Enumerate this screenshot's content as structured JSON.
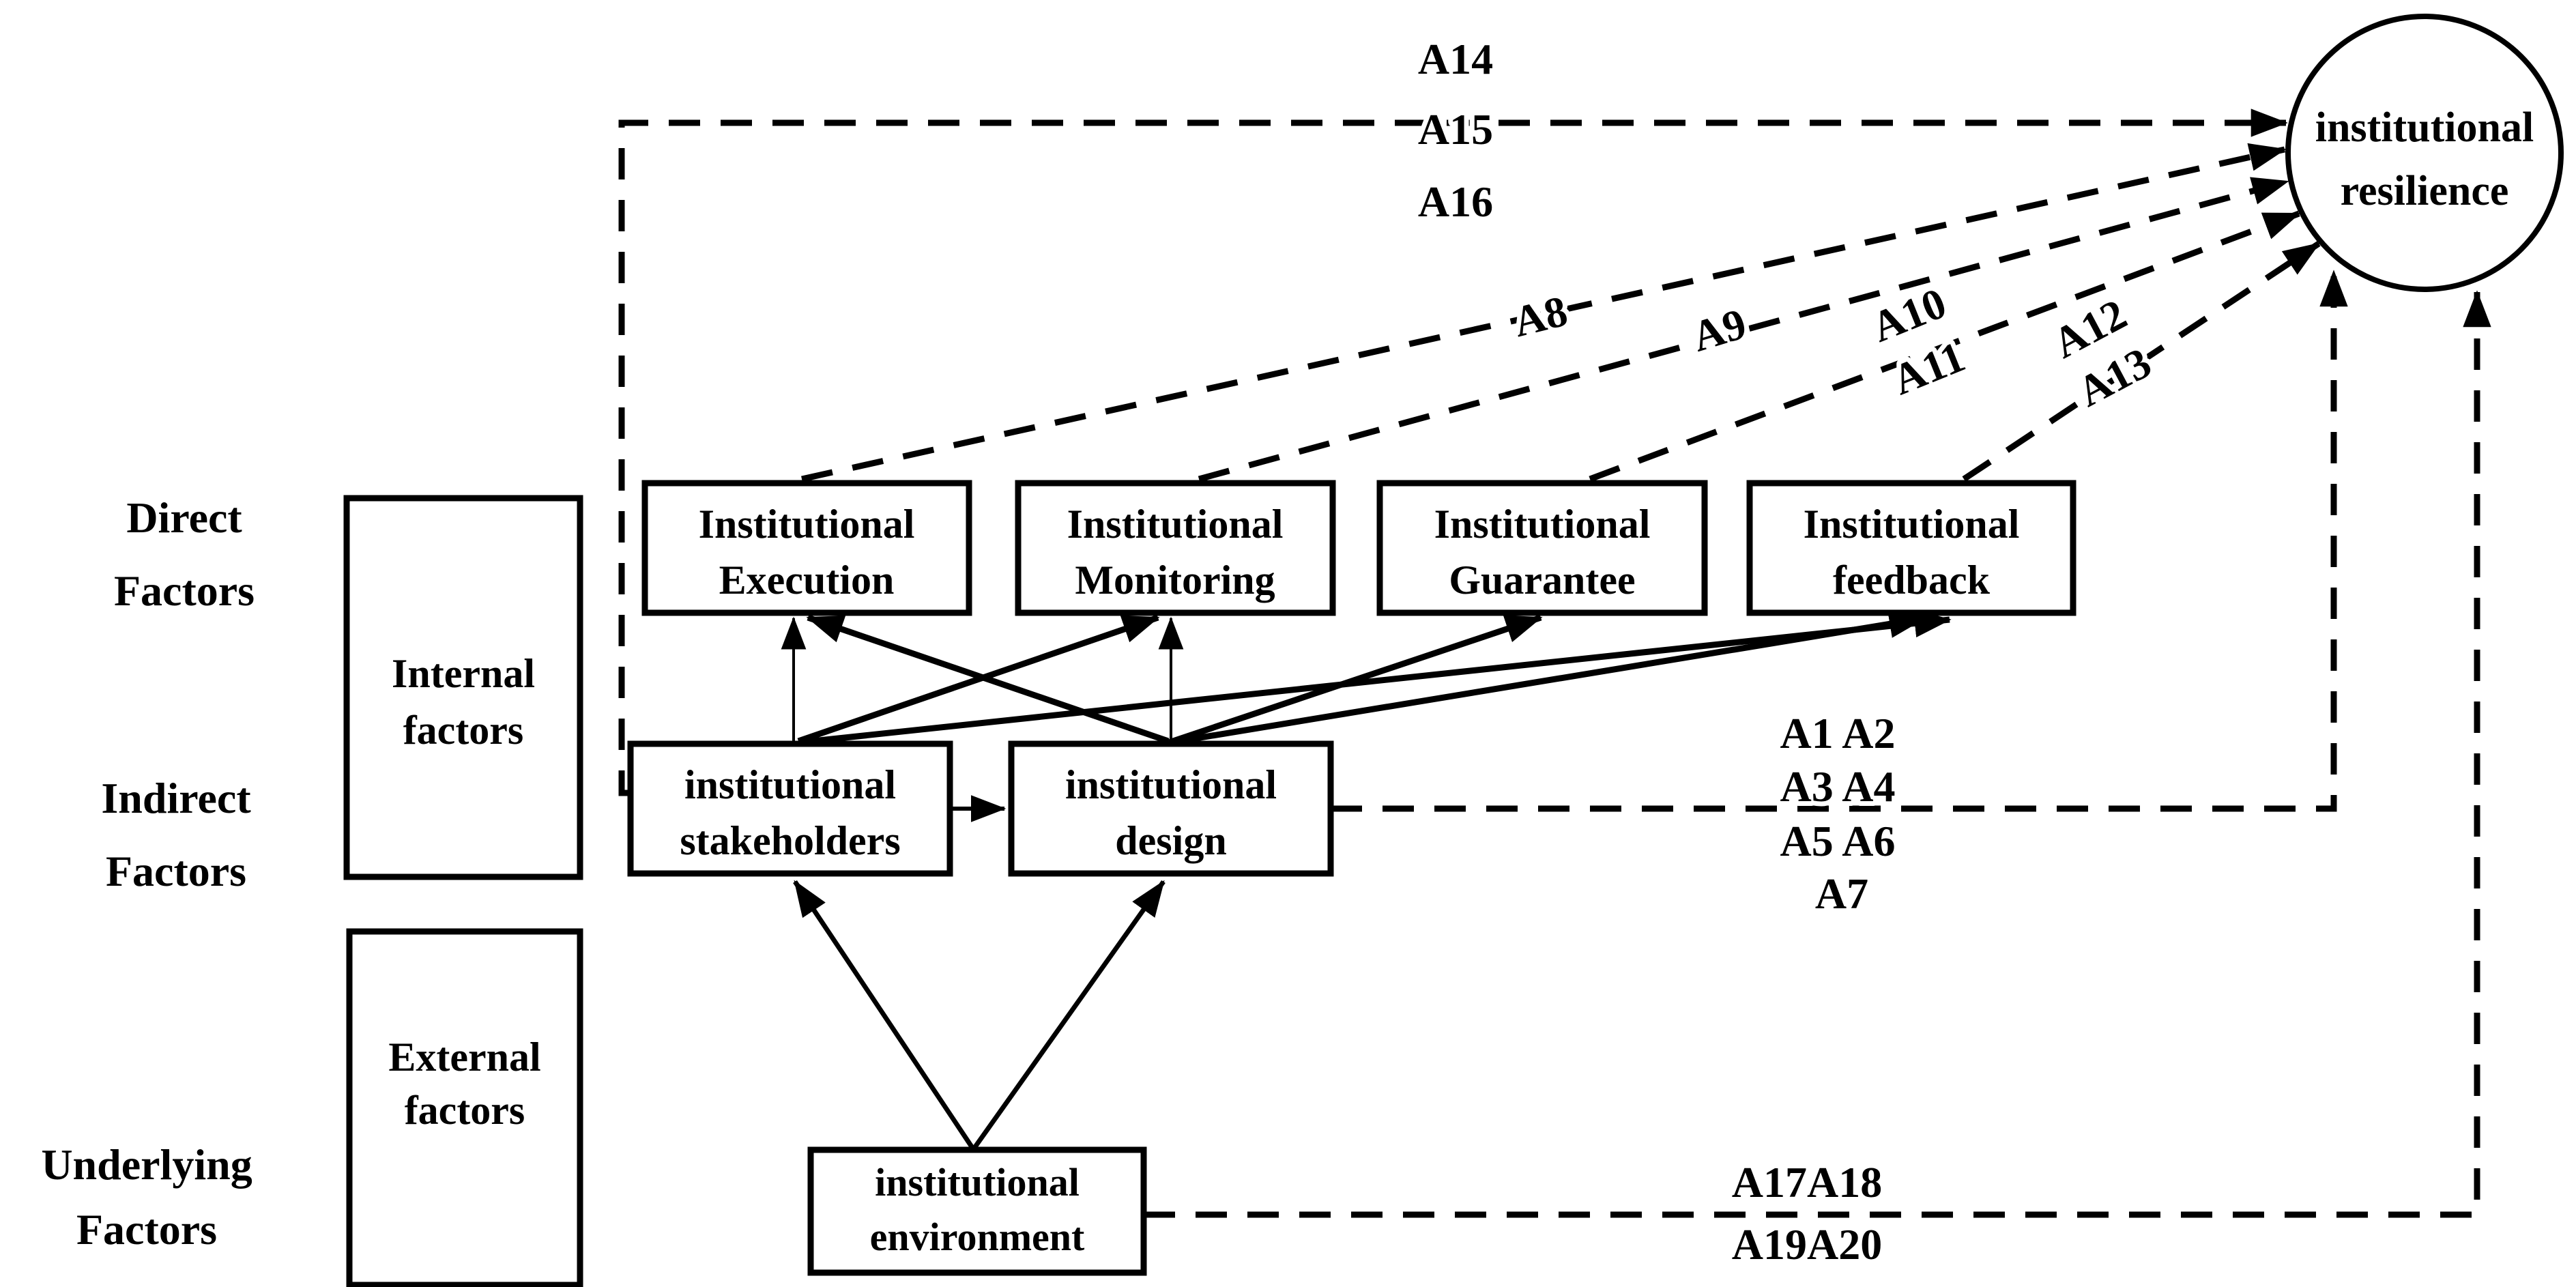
{
  "outcome": {
    "line1": "institutional",
    "line2": "resilience"
  },
  "row_labels": {
    "direct": {
      "line1": "Direct",
      "line2": "Factors"
    },
    "indirect": {
      "line1": "Indirect",
      "line2": "Factors"
    },
    "underlying": {
      "line1": "Underlying",
      "line2": "Factors"
    }
  },
  "group_boxes": {
    "internal": {
      "line1": "Internal",
      "line2": "factors"
    },
    "external": {
      "line1": "External",
      "line2": "factors"
    }
  },
  "boxes": {
    "execution": {
      "line1": "Institutional",
      "line2": "Execution"
    },
    "monitoring": {
      "line1": "Institutional",
      "line2": "Monitoring"
    },
    "guarantee": {
      "line1": "Institutional",
      "line2": "Guarantee"
    },
    "feedback": {
      "line1": "Institutional",
      "line2": "feedback"
    },
    "stakeholders": {
      "line1": "institutional",
      "line2": "stakeholders"
    },
    "design": {
      "line1": "institutional",
      "line2": "design"
    },
    "environment": {
      "line1": "institutional",
      "line2": "environment"
    }
  },
  "path_labels": {
    "a14": "A14",
    "a15": "A15",
    "a16": "A16",
    "a8": "A8",
    "a9": "A9",
    "a10": "A10",
    "a11": "A11",
    "a12": "A12",
    "a13": "A13",
    "a1a2": "A1 A2",
    "a3a4": "A3 A4",
    "a5a6": "A5 A6",
    "a7": "A7",
    "a17a18": "A17A18",
    "a19a20": "A19A20"
  },
  "colors": {
    "ink": "#000000",
    "background": "#ffffff"
  }
}
